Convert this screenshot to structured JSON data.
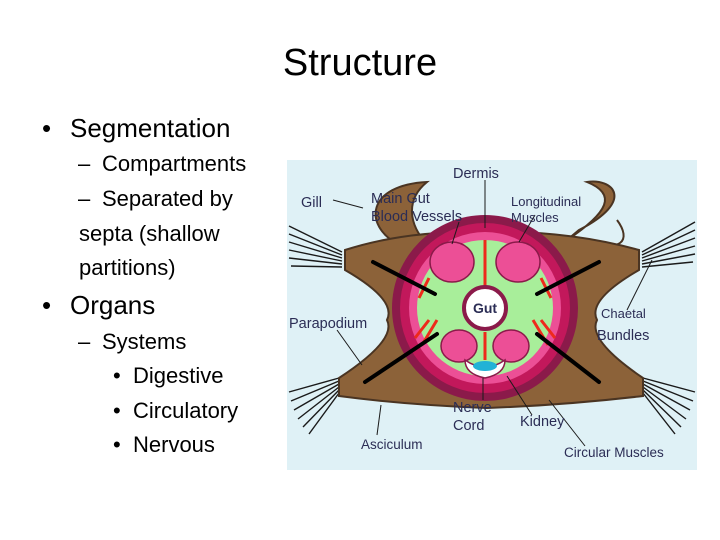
{
  "slide": {
    "title": "Structure",
    "bullets": [
      {
        "marker": "•",
        "text": "Segmentation"
      },
      {
        "marker": "–",
        "text": "Compartments"
      },
      {
        "marker": "–",
        "text": "Separated by"
      },
      {
        "marker": "",
        "text": "septa (shallow"
      },
      {
        "marker": "",
        "text": "partitions)"
      },
      {
        "marker": "•",
        "text": "Organs"
      },
      {
        "marker": "–",
        "text": "Systems"
      },
      {
        "marker": "•",
        "text": "Digestive"
      },
      {
        "marker": "•",
        "text": "Circulatory"
      },
      {
        "marker": "•",
        "text": "Nervous"
      }
    ]
  },
  "diagram": {
    "labels": {
      "gill": "Gill",
      "main_gut_1": "Main Gut",
      "main_gut_2": "Blood Vessels",
      "dermis": "Dermis",
      "longitudinal_1": "Longitudinal",
      "longitudinal_2": "Muscles",
      "gut": "Gut",
      "parapodium": "Parapodium",
      "chaetal_1": "Chaetal",
      "chaetal_2": "Bundles",
      "nerve_1": "Nerve",
      "nerve_2": "Cord",
      "kidney": "Kidney",
      "asciculum": "Asciculum",
      "circular": "Circular Muscles"
    },
    "colors": {
      "panel": "#dff1f6",
      "body_brown": "#8c6239",
      "body_outline": "#4a3422",
      "outer_ring": "#8b1a4a",
      "dermis_ring": "#c2185b",
      "muscle_pink": "#ec4f96",
      "coelom_green": "#a8ee9a",
      "blood_red": "#ee2a1b",
      "label": "#2b2d55"
    }
  }
}
